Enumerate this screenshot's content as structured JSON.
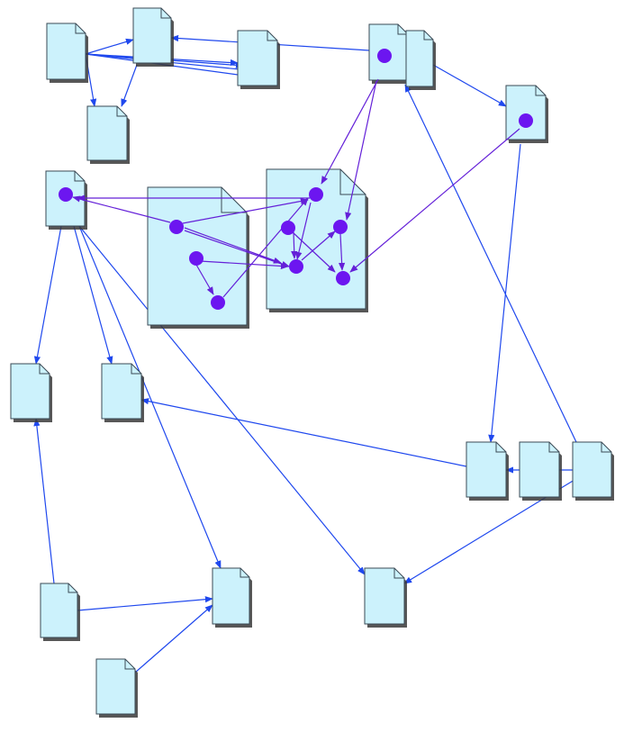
{
  "colors": {
    "page_fill": "#ccf2fc",
    "page_stroke": "#3a4a55",
    "shadow": "#3a3a3a",
    "link": "#1f48ee",
    "anchor_link": "#6420d8",
    "anchor": "#6c16f0"
  },
  "pages": [
    {
      "id": "p1"
    },
    {
      "id": "p2"
    },
    {
      "id": "p3"
    },
    {
      "id": "p4"
    },
    {
      "id": "p5"
    },
    {
      "id": "p6"
    },
    {
      "id": "p7"
    },
    {
      "id": "p8"
    },
    {
      "id": "p9"
    },
    {
      "id": "p10"
    },
    {
      "id": "p11"
    },
    {
      "id": "p12"
    },
    {
      "id": "p13"
    },
    {
      "id": "p14"
    },
    {
      "id": "p15"
    },
    {
      "id": "p16"
    },
    {
      "id": "p17"
    },
    {
      "id": "p18"
    },
    {
      "id": "p19"
    },
    {
      "id": "p20"
    }
  ],
  "links": [
    {
      "from": "p1",
      "to": "p2"
    },
    {
      "from": "p1",
      "to": "p3"
    },
    {
      "from": "p1",
      "to": "p4"
    },
    {
      "from": "p5",
      "to": "p2"
    },
    {
      "from": "p6",
      "to": "p7"
    },
    {
      "from": "p6",
      "to": "p8"
    },
    {
      "from": "p6",
      "to": "p9"
    },
    {
      "from": "p6",
      "to": "p10"
    },
    {
      "from": "p6",
      "to": "p11"
    },
    {
      "from": "p12",
      "to": "p13"
    },
    {
      "from": "p14",
      "to": "p15"
    },
    {
      "from": "p16",
      "to": "p8"
    },
    {
      "from": "p17",
      "to": "p7"
    },
    {
      "from": "p17",
      "to": "p18"
    },
    {
      "from": "p19",
      "to": "p18"
    },
    {
      "from": "p20",
      "to": "p13"
    }
  ],
  "anchors": [
    "a1",
    "a2",
    "a3",
    "a4",
    "a5",
    "a6",
    "a7",
    "a8",
    "a9",
    "a10",
    "a11",
    "a12"
  ],
  "anchor_links": [
    {
      "from": "a1",
      "to": "a4"
    },
    {
      "from": "a1",
      "to": "a8"
    },
    {
      "from": "a2",
      "to": "a12"
    },
    {
      "from": "a4",
      "to": "a3"
    },
    {
      "from": "a4",
      "to": "a5"
    },
    {
      "from": "a4",
      "to": "a9"
    },
    {
      "from": "a4",
      "to": "a8"
    },
    {
      "from": "a6",
      "to": "a7"
    },
    {
      "from": "a6",
      "to": "a9"
    },
    {
      "from": "a5",
      "to": "a10"
    },
    {
      "from": "a5",
      "to": "a9"
    },
    {
      "from": "a8",
      "to": "a11"
    },
    {
      "from": "a10",
      "to": "a9"
    },
    {
      "from": "a11",
      "to": "a12"
    },
    {
      "from": "a7",
      "to": "a1"
    },
    {
      "from": "a3",
      "to": "a12"
    }
  ]
}
